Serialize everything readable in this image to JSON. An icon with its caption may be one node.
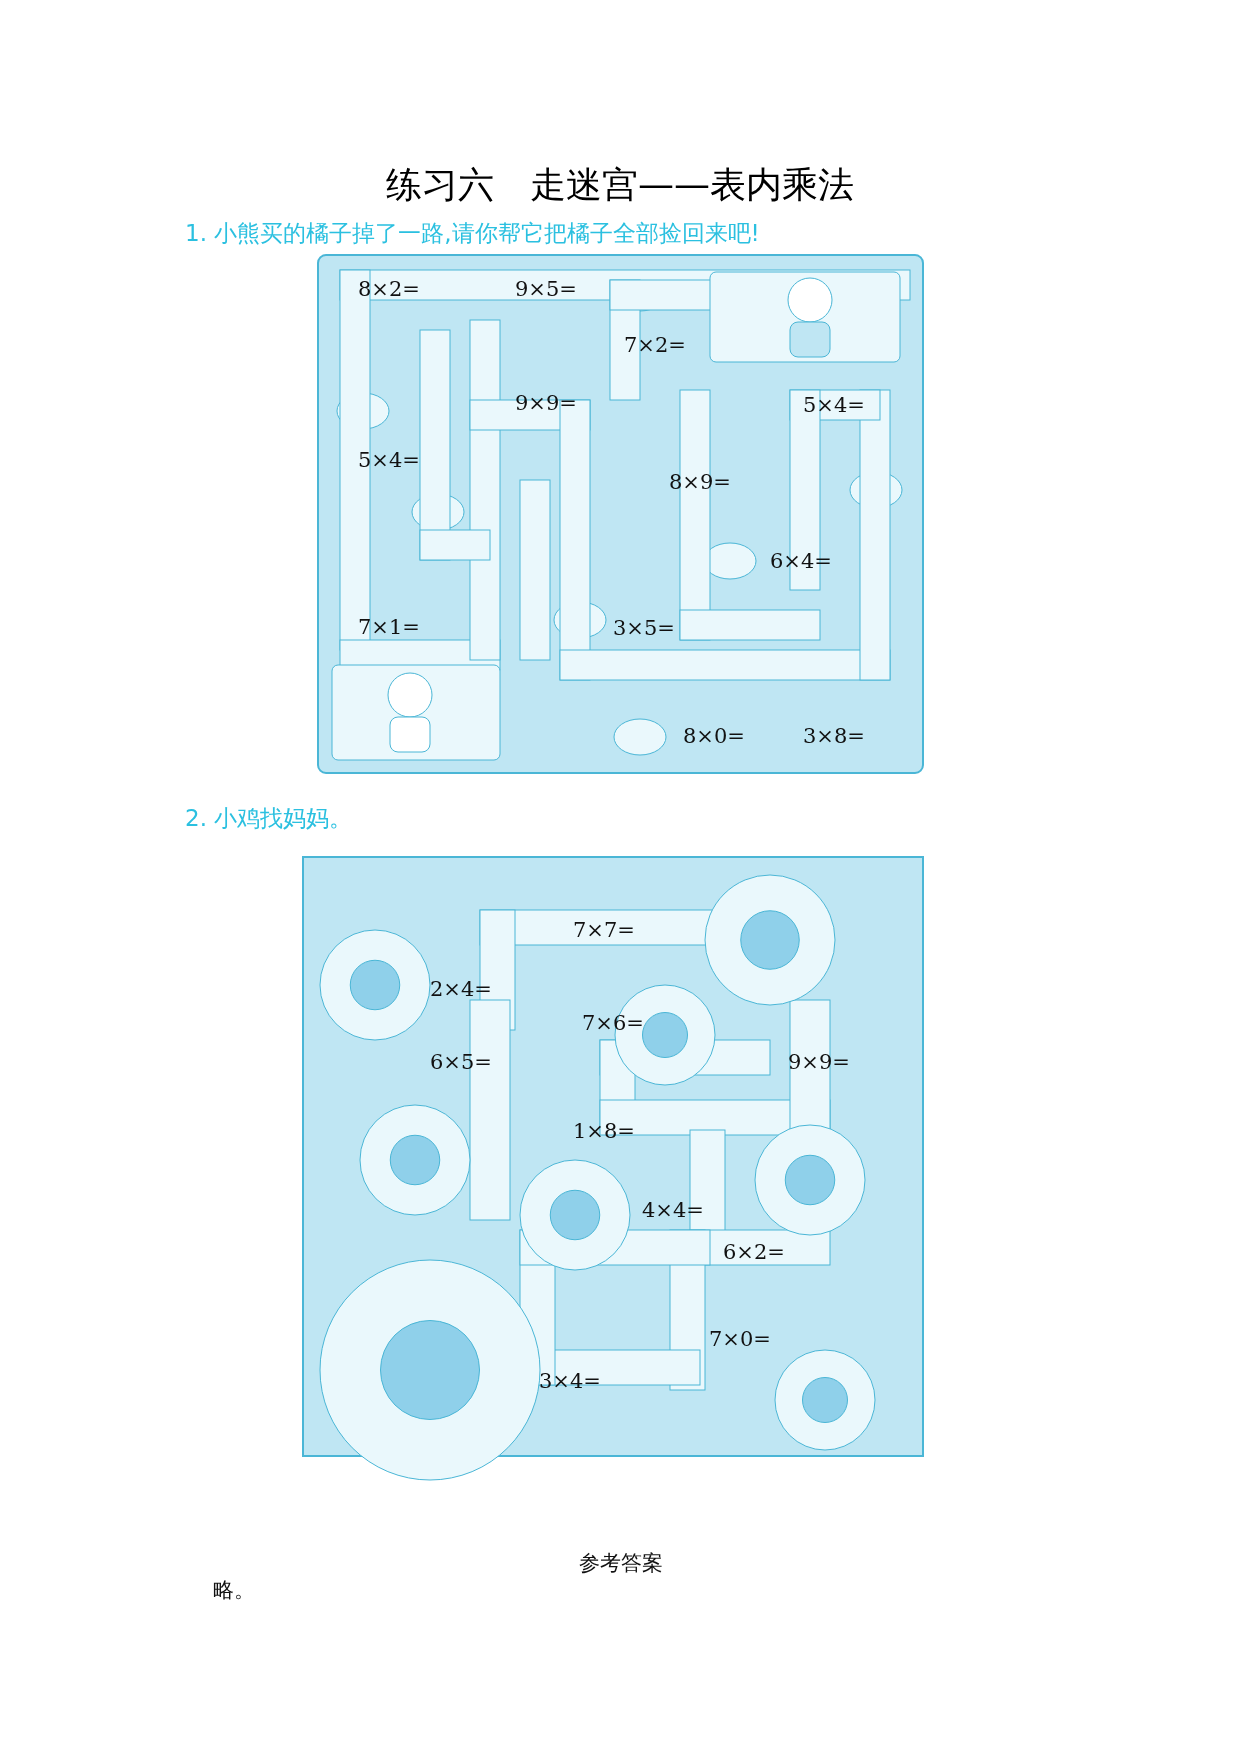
{
  "diagram": {
    "title": "练习六　走迷宫——表内乘法",
    "labels": [
      "1.  小熊买的橘子掉了一路,请你帮它把橘子全部捡回来吧!",
      "8×2=",
      "9×5=",
      "7×2=",
      "9×9=",
      "5×4=",
      "5×4=",
      "8×9=",
      "6×4=",
      "7×1=",
      "3×5=",
      "8×0=",
      "3×8=",
      "2.  小鸡找妈妈。",
      "7×7=",
      "2×4=",
      "7×6=",
      "6×5=",
      "9×9=",
      "1×8=",
      "4×4=",
      "6×2=",
      "7×0=",
      "3×4=",
      "参考答案",
      "略。"
    ]
  }
}
